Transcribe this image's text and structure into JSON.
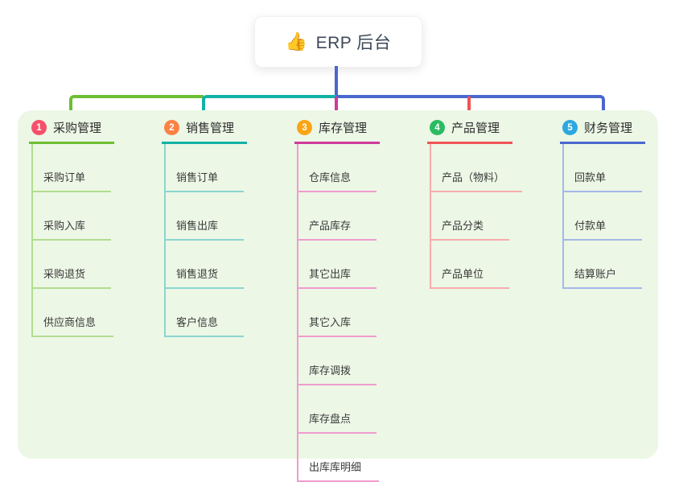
{
  "root": {
    "emoji": "👍",
    "label": "ERP 后台",
    "emoji_name": "thumbs-up-icon"
  },
  "panel": {
    "background": "#ecf7e6"
  },
  "connector": {
    "stem_color": "#4a67cd",
    "bus_segment_colors": [
      "#6cbe32",
      "#13b1a7",
      "#4a67cd"
    ]
  },
  "branches": [
    {
      "index": "1",
      "label": "采购管理",
      "badge_color": "#f5506b",
      "line_color": "#6cbe32",
      "child_line_color": "#b2dd90",
      "children": [
        "采购订单",
        "采购入库",
        "采购退货",
        "供应商信息"
      ]
    },
    {
      "index": "2",
      "label": "销售管理",
      "badge_color": "#fb8243",
      "line_color": "#13b1a7",
      "child_line_color": "#8bd5cf",
      "children": [
        "销售订单",
        "销售出库",
        "销售退货",
        "客户信息"
      ]
    },
    {
      "index": "3",
      "label": "库存管理",
      "badge_color": "#fba414",
      "line_color": "#cf3a9a",
      "child_line_color": "#f09ccd",
      "children": [
        "仓库信息",
        "产品库存",
        "其它出库",
        "其它入库",
        "库存调拨",
        "库存盘点",
        "出库库明细"
      ]
    },
    {
      "index": "4",
      "label": "产品管理",
      "badge_color": "#2cbb62",
      "line_color": "#f15356",
      "child_line_color": "#f8acac",
      "children": [
        "产品（物料）",
        "产品分类",
        "产品单位"
      ]
    },
    {
      "index": "5",
      "label": "财务管理",
      "badge_color": "#2da8e0",
      "line_color": "#4a67cd",
      "child_line_color": "#a4b8e8",
      "children": [
        "回款单",
        "付款单",
        "结算账户"
      ]
    }
  ]
}
